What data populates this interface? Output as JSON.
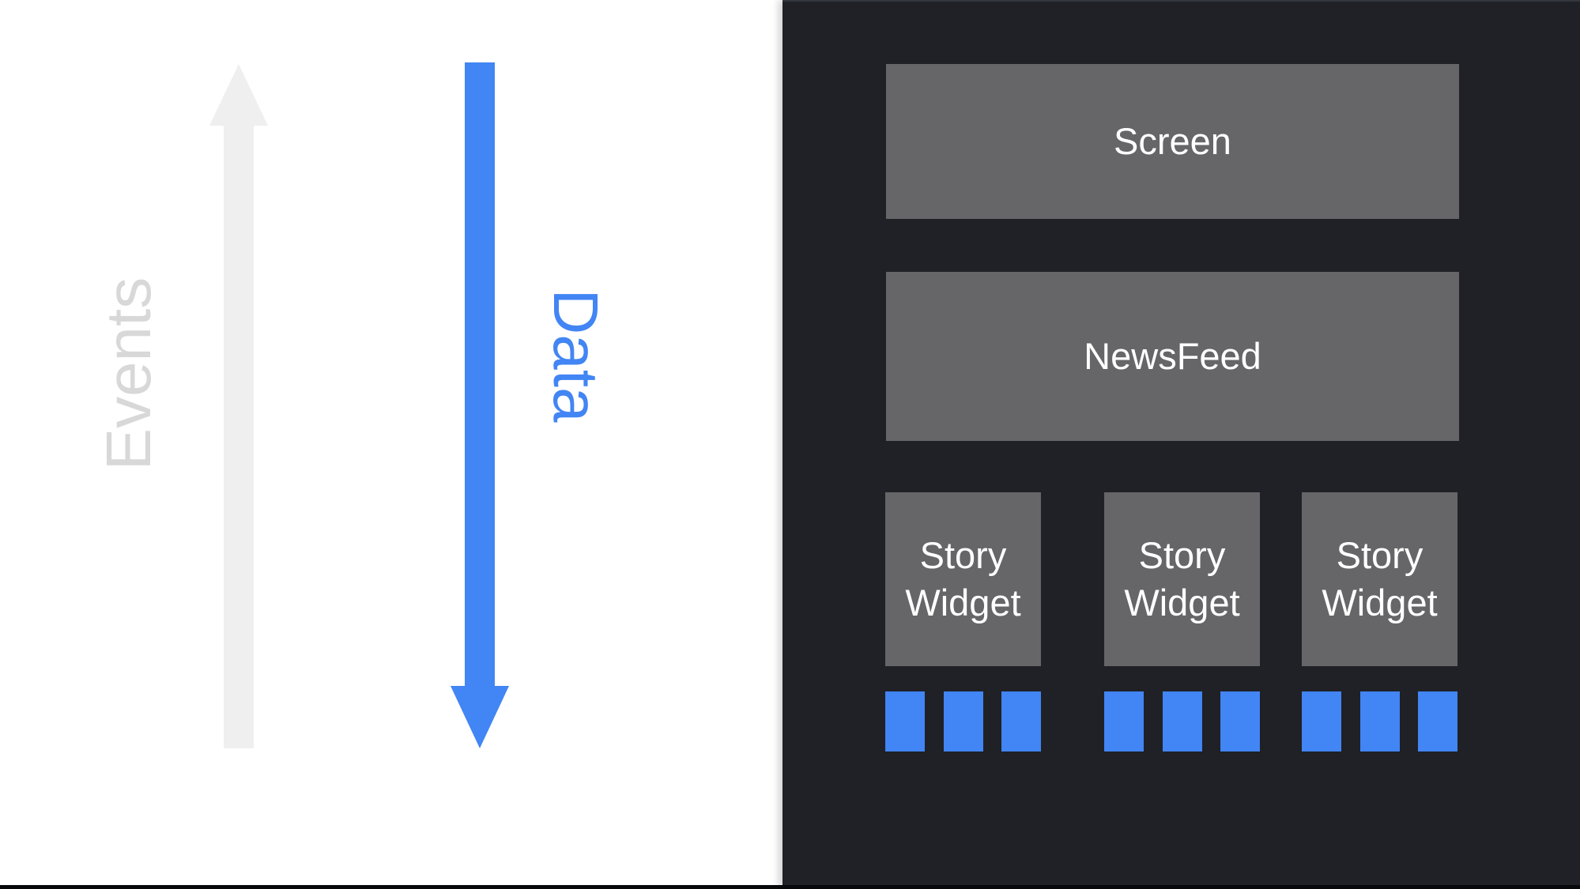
{
  "slide": {
    "type": "architecture-diagram",
    "left_panel": {
      "events_label": "Events",
      "events_direction": "up",
      "data_label": "Data",
      "data_direction": "down"
    },
    "right_panel": {
      "screen_label": "Screen",
      "newsfeed_label": "NewsFeed",
      "stories": [
        {
          "label": "Story Widget",
          "data_squares": 3
        },
        {
          "label": "Story Widget",
          "data_squares": 3
        },
        {
          "label": "Story Widget",
          "data_squares": 3
        }
      ]
    },
    "colors": {
      "page_background": "#ffffff",
      "panel_background": "#1f2126",
      "box_gray": "#666669",
      "accent_blue": "#4285f4",
      "events_text_gray": "#d8d8d8",
      "events_arrow_gray": "#efefef",
      "box_text": "#ffffff",
      "bottom_strip": "#08090b"
    }
  }
}
